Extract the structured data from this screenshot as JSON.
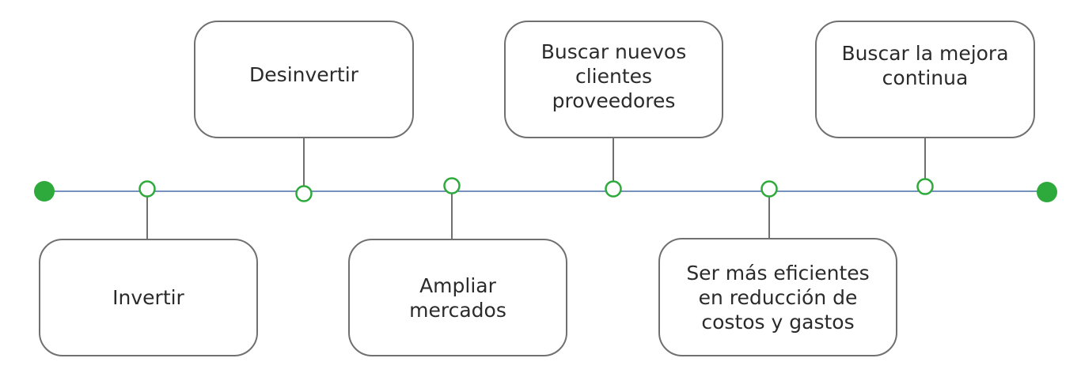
{
  "colors": {
    "timeline_line": "#4a6fa5",
    "node_stroke": "#2eaa3c",
    "endpoint_fill": "#2eaa3c",
    "connector": "#707070",
    "box_border": "#707070",
    "text": "#2b2b2b"
  },
  "milestones": [
    {
      "id": "invertir",
      "label": "Invertir"
    },
    {
      "id": "desinvertir",
      "label": "Desinvertir"
    },
    {
      "id": "ampliar",
      "label": "Ampliar mercados"
    },
    {
      "id": "buscar-nuevos",
      "label": "Buscar nuevos clientes proveedores"
    },
    {
      "id": "eficientes",
      "label": "Ser más eficientes en reducción de costos y gastos"
    },
    {
      "id": "mejora",
      "label": "Buscar la mejora continua"
    }
  ]
}
